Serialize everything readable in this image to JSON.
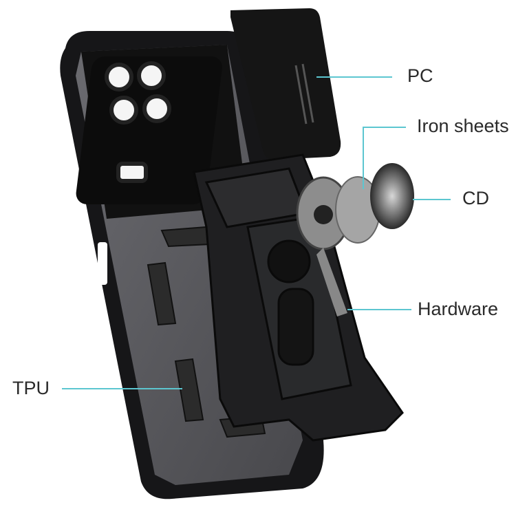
{
  "labels": {
    "pc": "PC",
    "iron_sheets": "Iron sheets",
    "cd": "CD",
    "hardware": "Hardware",
    "tpu": "TPU"
  },
  "colors": {
    "leader_line": "#5cc6d0",
    "case_body": "#1c1c1e",
    "back_panel": "#5a5a5e",
    "metal": "#9a9a9a"
  },
  "icons": {
    "case": "phone-case-back",
    "slider": "camera-slide-cover",
    "bracket": "kickstand-bracket",
    "ring": "ring-holder"
  }
}
